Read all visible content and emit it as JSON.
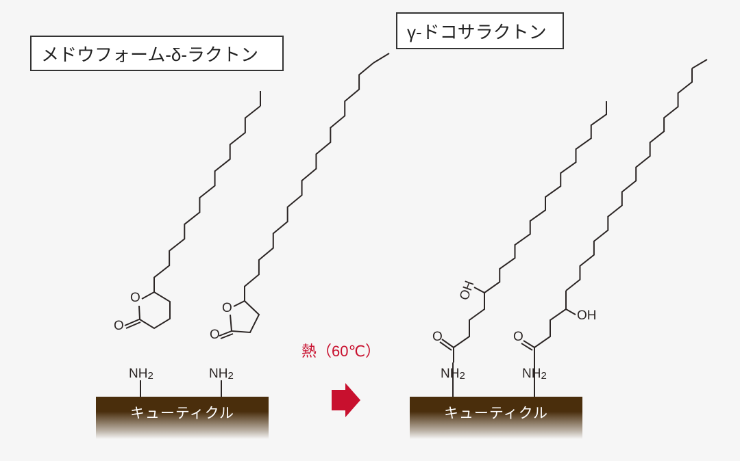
{
  "labels": {
    "meadowfoam": "メドウフォーム-δ-ラクトン",
    "docosalactone": "γ-ドコサラクトン"
  },
  "reaction": {
    "condition": "熱（60℃）",
    "arrow_color": "#c8102e"
  },
  "substrate": {
    "left": "キューティクル",
    "right": "キューティクル",
    "color": "#4a2e0c"
  },
  "groups": {
    "amine_n": "NH",
    "amine_sub": "2",
    "oxygen": "O",
    "hydroxyl": "OH"
  }
}
